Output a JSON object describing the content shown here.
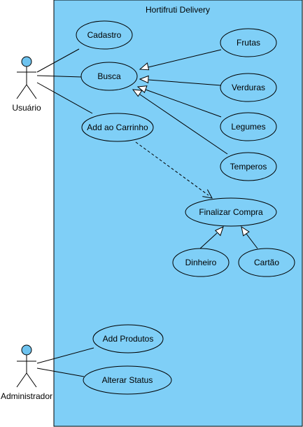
{
  "system": {
    "title": "Hortifruti Delivery"
  },
  "actors": {
    "usuario": {
      "label": "Usuário"
    },
    "administrador": {
      "label": "Administrador"
    }
  },
  "use_cases": {
    "cadastro": "Cadastro",
    "busca": "Busca",
    "add_carrinho": "Add ao Carrinho",
    "frutas": "Frutas",
    "verduras": "Verduras",
    "legumes": "Legumes",
    "temperos": "Temperos",
    "finalizar_compra": "Finalizar Compra",
    "dinheiro": "Dinheiro",
    "cartao": "Cartão",
    "add_produtos": "Add Produtos",
    "alterar_status": "Alterar Status"
  },
  "colors": {
    "fill": "#7fcff7",
    "actor_head": "#6ec3ef",
    "line": "#000000"
  },
  "relations": {
    "associations": [
      [
        "usuario",
        "cadastro"
      ],
      [
        "usuario",
        "busca"
      ],
      [
        "usuario",
        "add_carrinho"
      ],
      [
        "administrador",
        "add_produtos"
      ],
      [
        "administrador",
        "alterar_status"
      ]
    ],
    "generalizations": [
      [
        "frutas",
        "busca"
      ],
      [
        "verduras",
        "busca"
      ],
      [
        "legumes",
        "busca"
      ],
      [
        "temperos",
        "busca"
      ],
      [
        "dinheiro",
        "finalizar_compra"
      ],
      [
        "cartao",
        "finalizar_compra"
      ]
    ],
    "dependencies": [
      [
        "add_carrinho",
        "finalizar_compra"
      ]
    ]
  }
}
